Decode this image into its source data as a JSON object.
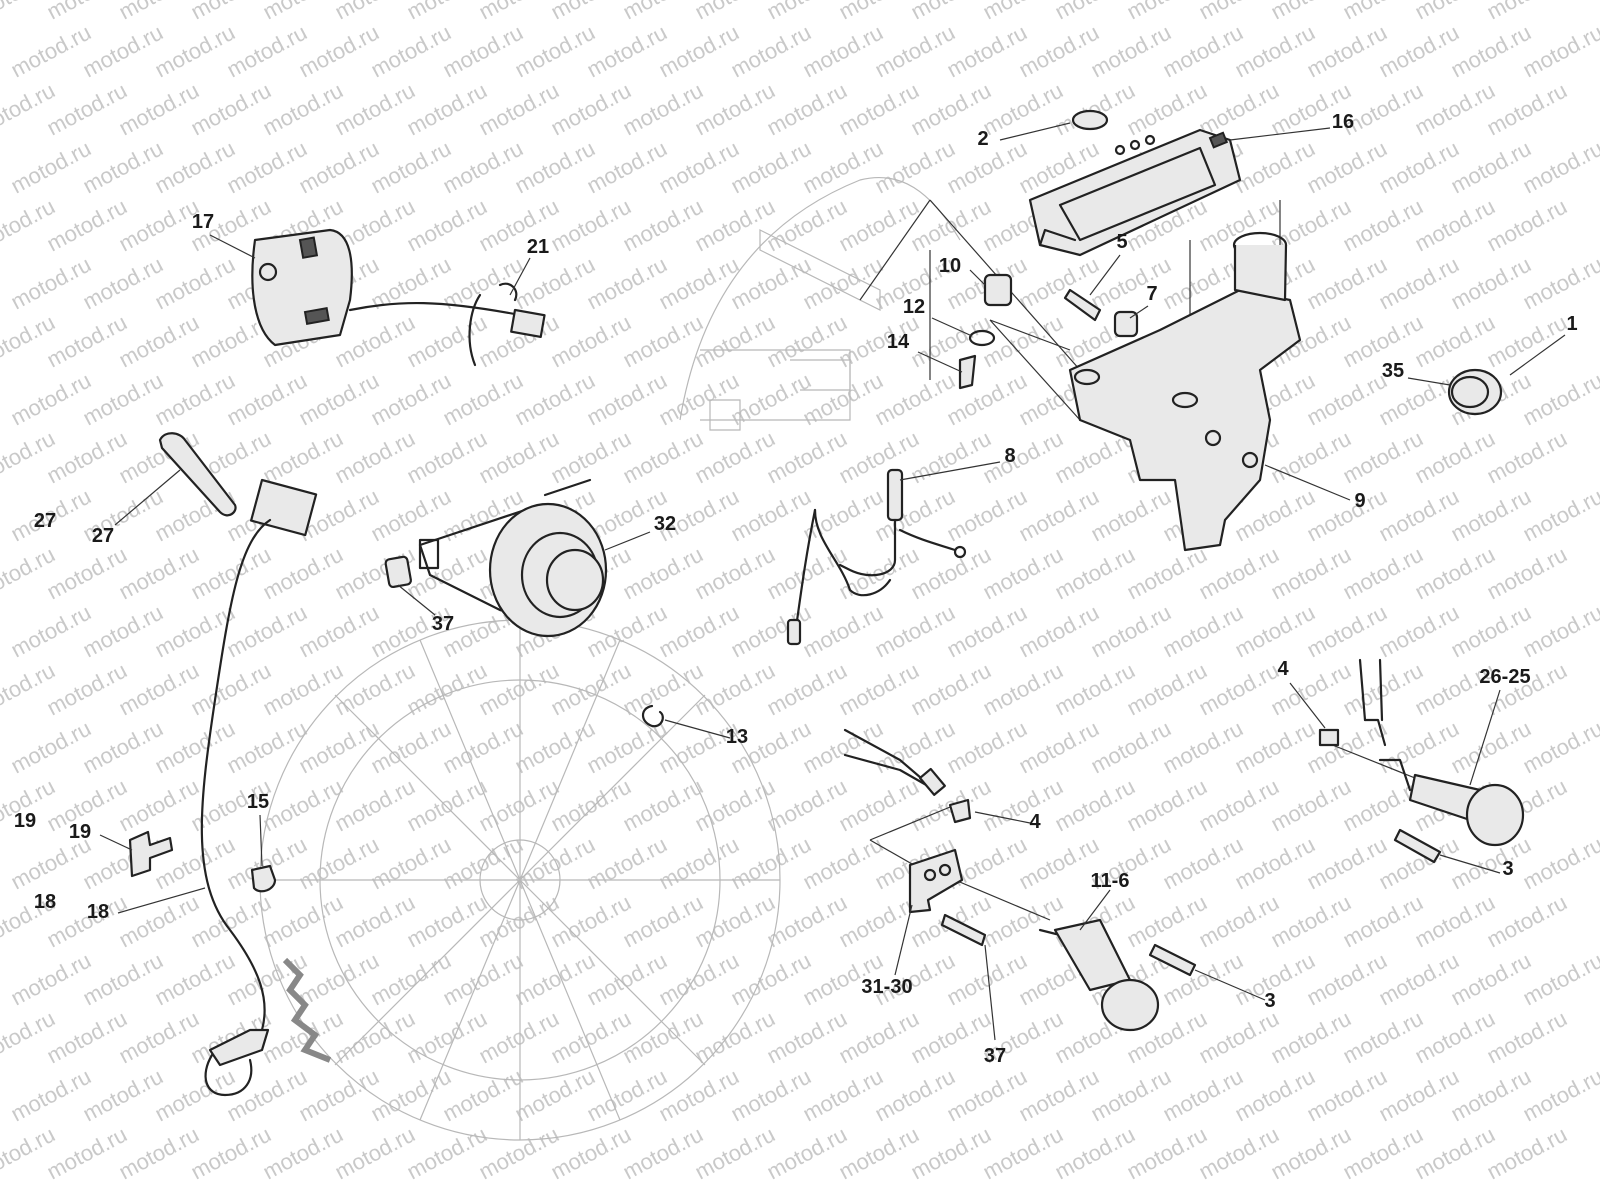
{
  "watermark": {
    "text": "motod.ru"
  },
  "callouts": [
    {
      "id": "c1",
      "text": "1"
    },
    {
      "id": "c2",
      "text": "2"
    },
    {
      "id": "c3a",
      "text": "3"
    },
    {
      "id": "c3b",
      "text": "3"
    },
    {
      "id": "c4a",
      "text": "4"
    },
    {
      "id": "c4b",
      "text": "4"
    },
    {
      "id": "c5",
      "text": "5"
    },
    {
      "id": "c7",
      "text": "7"
    },
    {
      "id": "c8",
      "text": "8"
    },
    {
      "id": "c9",
      "text": "9"
    },
    {
      "id": "c10",
      "text": "10"
    },
    {
      "id": "c11",
      "text": "11-6"
    },
    {
      "id": "c12",
      "text": "12"
    },
    {
      "id": "c13",
      "text": "13"
    },
    {
      "id": "c14",
      "text": "14"
    },
    {
      "id": "c15",
      "text": "15"
    },
    {
      "id": "c16",
      "text": "16"
    },
    {
      "id": "c17",
      "text": "17"
    },
    {
      "id": "c18a",
      "text": "18"
    },
    {
      "id": "c18b",
      "text": "18"
    },
    {
      "id": "c19a",
      "text": "19"
    },
    {
      "id": "c19b",
      "text": "19"
    },
    {
      "id": "c21",
      "text": "21"
    },
    {
      "id": "c26",
      "text": "26-25"
    },
    {
      "id": "c27a",
      "text": "27"
    },
    {
      "id": "c27b",
      "text": "27"
    },
    {
      "id": "c31",
      "text": "31-30"
    },
    {
      "id": "c32",
      "text": "32"
    },
    {
      "id": "c35",
      "text": "35"
    },
    {
      "id": "c37a",
      "text": "37"
    },
    {
      "id": "c37b",
      "text": "37"
    }
  ]
}
